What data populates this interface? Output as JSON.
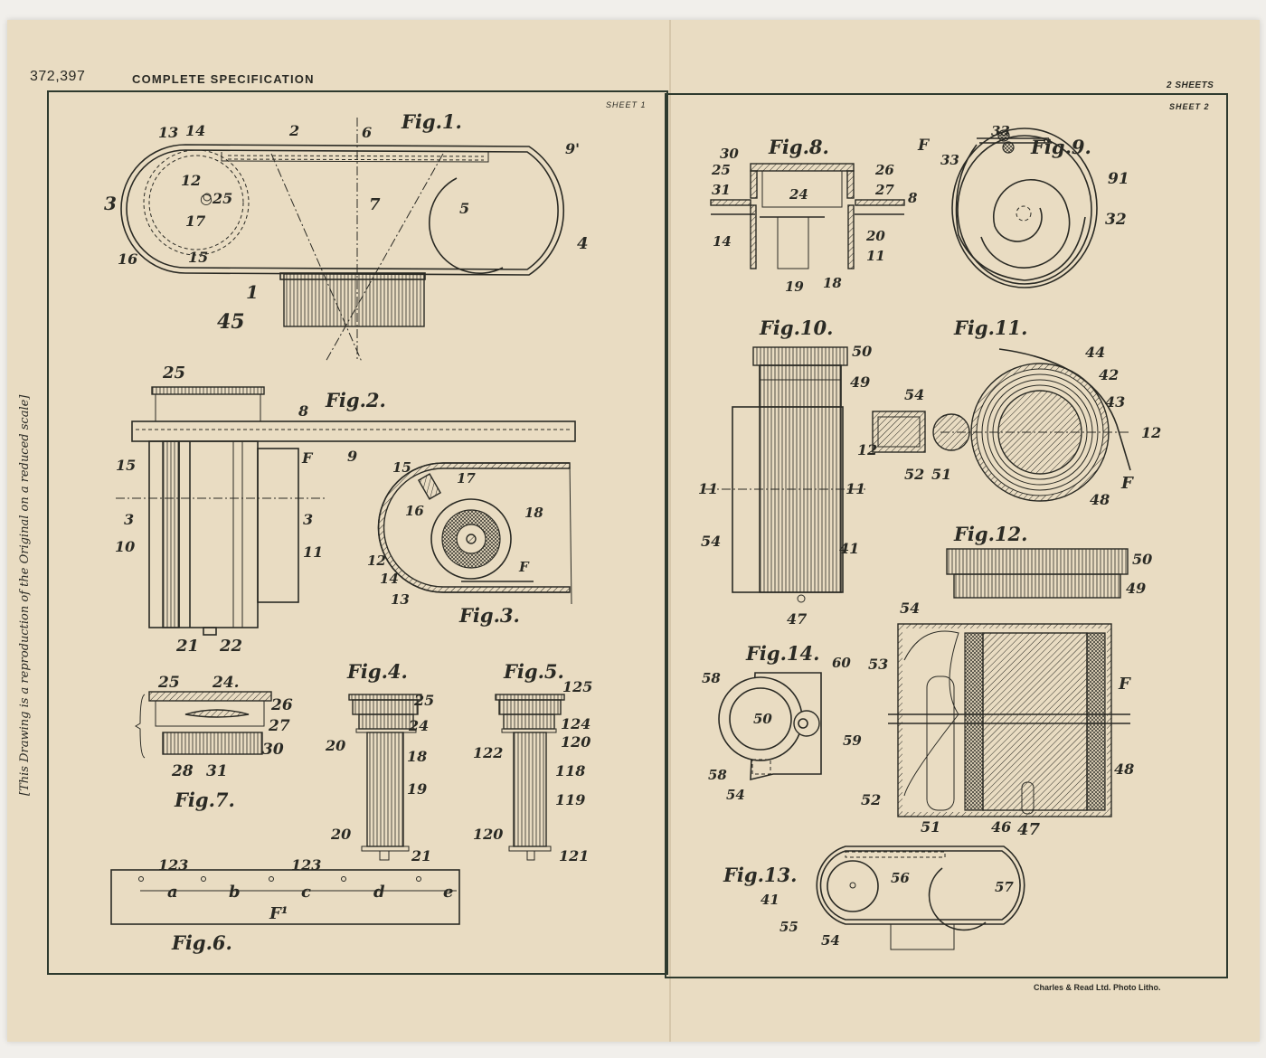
{
  "header": {
    "patent_number": "372,397",
    "title": "COMPLETE SPECIFICATION",
    "sheets_total": "2 SHEETS"
  },
  "sheets": [
    {
      "label": "SHEET 1"
    },
    {
      "label": "SHEET 2"
    }
  ],
  "side_note": "[This Drawing is a reproduction of the Original on a reduced scale]",
  "printer_credit": "Charles & Read Ltd. Photo Litho.",
  "figures": {
    "fig1": {
      "title": "Fig.1.",
      "labels": [
        "13",
        "14",
        "2",
        "6",
        "9'",
        "12",
        "○25",
        "3",
        "7",
        "5",
        "17",
        "4",
        "16",
        "15",
        "1",
        "45"
      ]
    },
    "fig2": {
      "title": "Fig.2.",
      "labels": [
        "25",
        "8",
        "9",
        "15",
        "F",
        "3",
        "3",
        "10",
        "11",
        "21",
        "22"
      ]
    },
    "fig3": {
      "title": "Fig.3.",
      "labels": [
        "15",
        "17",
        "16",
        "18",
        "12",
        "14",
        "F",
        "13"
      ]
    },
    "fig4": {
      "title": "Fig.4.",
      "labels": [
        "25",
        "24",
        "20",
        "18",
        "19",
        "20",
        "21"
      ]
    },
    "fig5": {
      "title": "Fig.5.",
      "labels": [
        "125",
        "124",
        "122",
        "120",
        "118",
        "119",
        "120",
        "121"
      ]
    },
    "fig6": {
      "title": "Fig.6.",
      "labels": [
        "123",
        "123",
        "a",
        "b",
        "c",
        "d",
        "e",
        "F¹"
      ]
    },
    "fig7": {
      "title": "Fig.7.",
      "labels": [
        "25",
        "24.",
        "26",
        "27",
        "30",
        "28",
        "31"
      ]
    },
    "fig8": {
      "title": "Fig.8.",
      "labels": [
        "30",
        "25",
        "26",
        "31",
        "24",
        "27",
        "8",
        "20",
        "14",
        "11",
        "19",
        "18"
      ]
    },
    "fig9": {
      "title": "Fig.9.",
      "labels": [
        "F",
        "33",
        "33",
        "91",
        "32"
      ]
    },
    "fig10": {
      "title": "Fig.10.",
      "labels": [
        "50",
        "49",
        "11",
        "11",
        "54",
        "41",
        "47"
      ]
    },
    "fig11": {
      "title": "Fig.11.",
      "labels": [
        "44",
        "42",
        "43",
        "54",
        "12",
        "12",
        "52",
        "51",
        "48",
        "F"
      ]
    },
    "fig12": {
      "title": "Fig.12.",
      "labels": [
        "50",
        "49",
        "54",
        "53",
        "F",
        "48",
        "52",
        "51",
        "46",
        "47"
      ]
    },
    "fig13": {
      "title": "Fig.13.",
      "labels": [
        "56",
        "57",
        "41",
        "55",
        "54"
      ]
    },
    "fig14": {
      "title": "Fig.14.",
      "labels": [
        "60",
        "58",
        "50",
        "59",
        "58",
        "54"
      ]
    }
  }
}
